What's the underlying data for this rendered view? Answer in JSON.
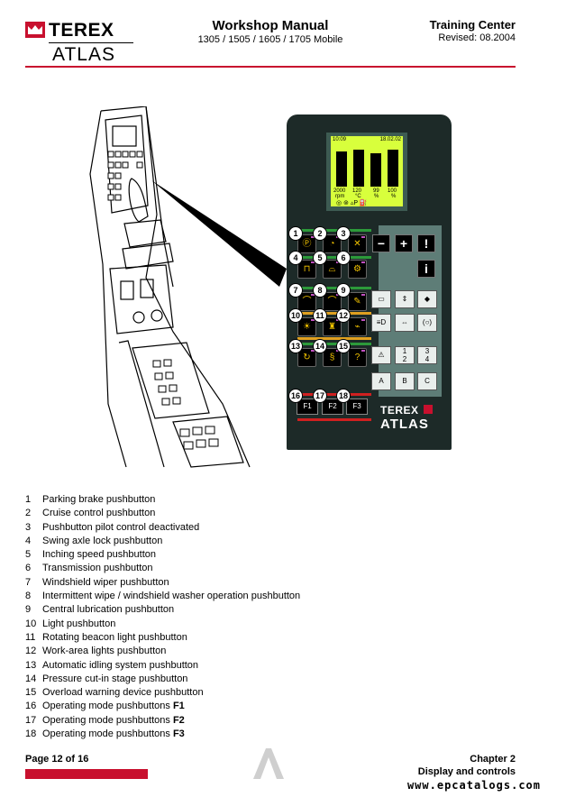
{
  "header": {
    "brand_top": "TEREX",
    "brand_bottom": "ATLAS",
    "title": "Workshop Manual",
    "models": "1305 / 1505 / 1605 / 1705 Mobile",
    "center": "Training Center",
    "revised": "Revised: 08.2004"
  },
  "console": {
    "lcd_time": "10:09",
    "lcd_date": "18.02.02",
    "lcd_gauges": [
      {
        "value": "2000",
        "unit": "rpm",
        "level": 0.85
      },
      {
        "value": "120",
        "unit": "°C",
        "level": 0.9
      },
      {
        "value": "99",
        "unit": "%",
        "level": 0.8
      },
      {
        "value": "100",
        "unit": "%",
        "level": 0.9
      }
    ],
    "plus_minus": [
      "−",
      "+"
    ],
    "mode_keys": [
      "1",
      "2",
      "3",
      "4"
    ],
    "abc_keys": [
      "A",
      "B",
      "C"
    ],
    "function_keys": [
      "F1",
      "F2",
      "F3"
    ],
    "brand_top": "TEREX",
    "brand_bottom": "ATLAS",
    "callouts": [
      "1",
      "2",
      "3",
      "4",
      "5",
      "6",
      "7",
      "8",
      "9",
      "10",
      "11",
      "12",
      "13",
      "14",
      "15",
      "16",
      "17",
      "18"
    ]
  },
  "items": [
    {
      "n": "1",
      "text": "Parking brake pushbutton",
      "bold": ""
    },
    {
      "n": "2",
      "text": "Cruise control pushbutton",
      "bold": ""
    },
    {
      "n": "3",
      "text": "Pushbutton pilot control deactivated",
      "bold": ""
    },
    {
      "n": "4",
      "text": "Swing axle lock pushbutton",
      "bold": ""
    },
    {
      "n": "5",
      "text": "Inching speed pushbutton",
      "bold": ""
    },
    {
      "n": "6",
      "text": "Transmission pushbutton",
      "bold": ""
    },
    {
      "n": "7",
      "text": "Windshield wiper pushbutton",
      "bold": ""
    },
    {
      "n": "8",
      "text": "Intermittent wipe / windshield washer operation pushbutton",
      "bold": ""
    },
    {
      "n": "9",
      "text": "Central lubrication pushbutton",
      "bold": ""
    },
    {
      "n": "10",
      "text": "Light pushbutton",
      "bold": ""
    },
    {
      "n": "11",
      "text": "Rotating beacon light pushbutton",
      "bold": ""
    },
    {
      "n": "12",
      "text": "Work-area lights pushbutton",
      "bold": ""
    },
    {
      "n": "13",
      "text": "Automatic idling system pushbutton",
      "bold": ""
    },
    {
      "n": "14",
      "text": "Pressure cut-in stage pushbutton",
      "bold": ""
    },
    {
      "n": "15",
      "text": "Overload warning device pushbutton",
      "bold": ""
    },
    {
      "n": "16",
      "text": "Operating mode pushbuttons ",
      "bold": "F1"
    },
    {
      "n": "17",
      "text": "Operating mode pushbuttons ",
      "bold": "F2"
    },
    {
      "n": "18",
      "text": "Operating mode pushbuttons ",
      "bold": "F3"
    }
  ],
  "footer": {
    "page": "Page 12 of 16",
    "chapter": "Chapter 2",
    "section": "Display and controls",
    "url": "www.epcatalogs.com"
  },
  "colors": {
    "accent_red": "#c8102e",
    "lcd_green": "#d8ff3c",
    "panel": "#1d2a28"
  }
}
